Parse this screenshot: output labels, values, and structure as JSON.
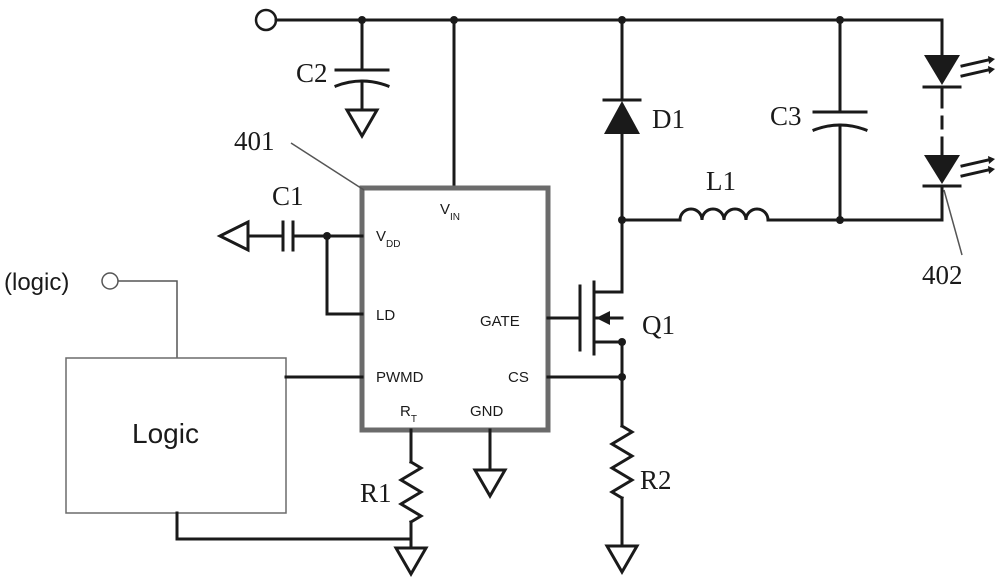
{
  "labels": {
    "c2": "C2",
    "c1": "C1",
    "c3": "C3",
    "d1": "D1",
    "l1": "L1",
    "q1": "Q1",
    "r1": "R1",
    "r2": "R2",
    "ref_401": "401",
    "ref_402": "402",
    "logic_input": "(logic)",
    "logic_block": "Logic"
  },
  "pins": {
    "vin": {
      "main": "V",
      "sub": "IN"
    },
    "vdd": {
      "main": "V",
      "sub": "DD"
    },
    "ld": "LD",
    "gate": "GATE",
    "pwmd": "PWMD",
    "cs": "CS",
    "rt": {
      "main": "R",
      "sub": "T"
    },
    "gnd": "GND"
  }
}
